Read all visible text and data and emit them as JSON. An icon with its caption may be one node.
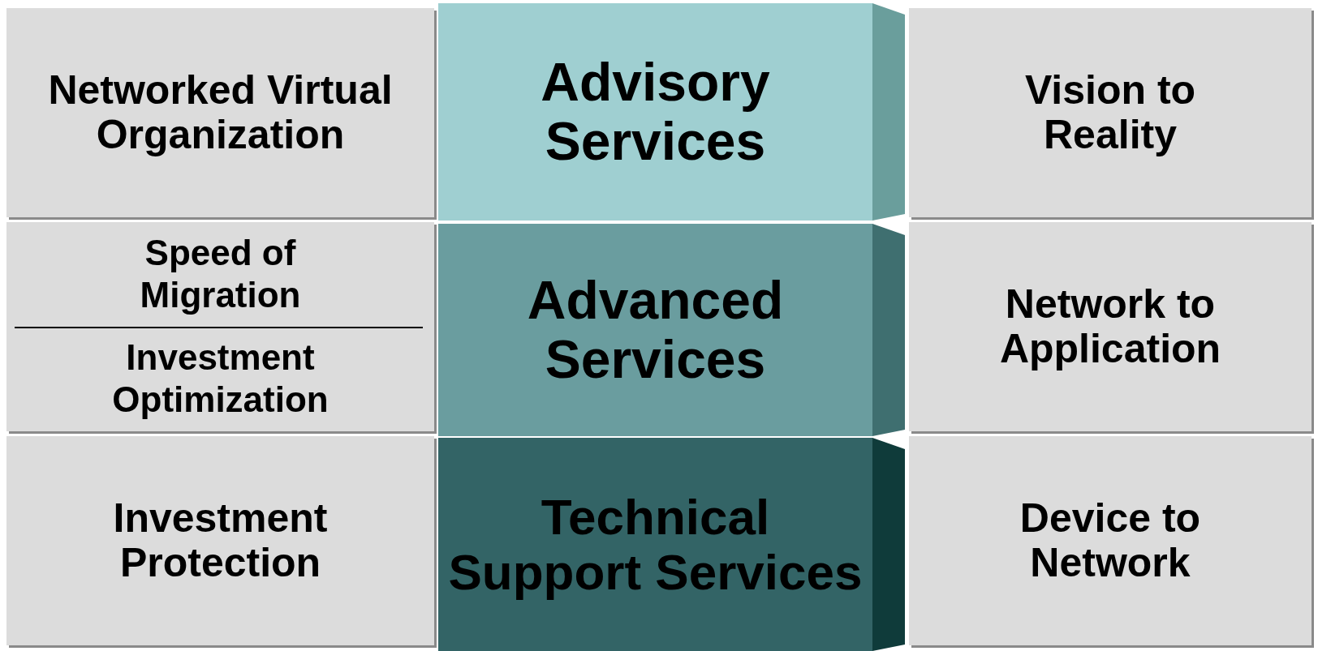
{
  "diagram": {
    "nodes": [
      {
        "text": [
          "Networked Virtual Organization"
        ]
      },
      {
        "text": [
          "Advisory Services"
        ]
      },
      {
        "text": [
          "Vision to Reality"
        ]
      },
      {
        "text": [
          "Speed of Migration",
          "Investment Optimization"
        ]
      },
      {
        "text": [
          "Advanced Services"
        ]
      },
      {
        "text": [
          "Network to Application"
        ]
      },
      {
        "text": [
          "Investment Protection"
        ]
      },
      {
        "text": [
          "Technical Support Services"
        ]
      },
      {
        "text": [
          "Device to Network"
        ]
      }
    ]
  }
}
